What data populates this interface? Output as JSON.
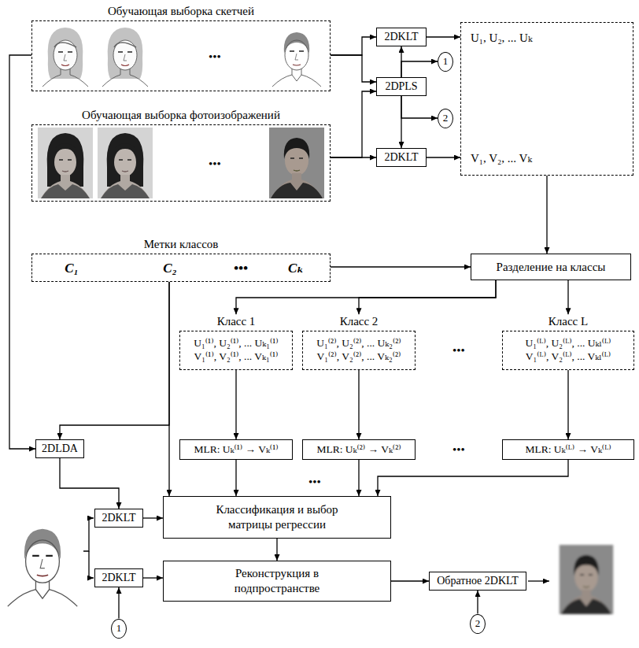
{
  "diagram": {
    "nodes": [
      {
        "text": [
          "Обучающая выборка скетчей",
          "•••"
        ]
      },
      {
        "text": [
          "2DKLT"
        ]
      },
      {
        "text": [
          "1"
        ]
      },
      {
        "text": [
          "2DPLS"
        ]
      },
      {
        "text": [
          "2"
        ]
      },
      {
        "text": [
          "Обучающая выборка фотоизображений",
          "•••"
        ]
      },
      {
        "text": [
          "2DKLT"
        ]
      },
      {
        "text": [
          "U₁, U₂, ... Uₖ",
          "V₁, V₂, ... Vₖ"
        ]
      },
      {
        "text": [
          "Метки классов",
          "C₁",
          "C₂",
          "•••",
          "Cₖ"
        ]
      },
      {
        "text": [
          "Разделение на классы"
        ]
      },
      {
        "text": [
          "Класс 1",
          "U₁⁽¹⁾, U₂⁽¹⁾, ... Uₖ₁⁽¹⁾",
          "V₁⁽¹⁾, V₂⁽¹⁾, ... Vₖ₁⁽¹⁾"
        ]
      },
      {
        "text": [
          "Класс 2",
          "U₁⁽²⁾, U₂⁽²⁾, ... Uₖ₂⁽²⁾",
          "V₁⁽²⁾, V₂⁽²⁾, ... Vₖ₂⁽²⁾"
        ]
      },
      {
        "text": [
          "Класс L",
          "U₁⁽ᴸ⁾, U₂⁽ᴸ⁾, ... Uₖₗ⁽ᴸ⁾",
          "V₁⁽ᴸ⁾, V₂⁽ᴸ⁾, ... Vₖₗ⁽ᴸ⁾"
        ]
      },
      {
        "text": [
          "2DLDA"
        ]
      },
      {
        "text": [
          "MLR: Uₖ⁽¹⁾ → Vₖ⁽¹⁾"
        ]
      },
      {
        "text": [
          "MLR: Uₖ⁽²⁾ → Vₖ⁽²⁾"
        ]
      },
      {
        "text": [
          "MLR: Uₖ⁽ᴸ⁾ → Vₖ⁽ᴸ⁾"
        ]
      },
      {
        "text": [
          "Классификация и выбор матрицы регрессии"
        ]
      },
      {
        "text": [
          "2DKLT"
        ]
      },
      {
        "text": [
          "2DKLT"
        ]
      },
      {
        "text": [
          "Реконструкция в подпространстве"
        ]
      },
      {
        "text": [
          "Обратное 2DKLT"
        ]
      },
      {
        "text": [
          "1"
        ]
      },
      {
        "text": [
          "2"
        ]
      }
    ],
    "edges": [
      {
        "from": 0,
        "to": 1,
        "arrow": "to"
      },
      {
        "from": 0,
        "to": 3,
        "arrow": "to"
      },
      {
        "from": 5,
        "to": 3,
        "arrow": "to"
      },
      {
        "from": 5,
        "to": 6,
        "arrow": "to"
      },
      {
        "from": 3,
        "to": 1,
        "arrow": "to"
      },
      {
        "from": 3,
        "to": 2,
        "arrow": "to"
      },
      {
        "from": 3,
        "to": 6,
        "arrow": "to"
      },
      {
        "from": 3,
        "to": 4,
        "arrow": "to"
      },
      {
        "from": 1,
        "to": 7,
        "arrow": "to"
      },
      {
        "from": 6,
        "to": 7,
        "arrow": "to"
      },
      {
        "from": 7,
        "to": 9,
        "arrow": "to"
      },
      {
        "from": 8,
        "to": 9,
        "arrow": "to"
      },
      {
        "from": 9,
        "to": 10,
        "arrow": "to"
      },
      {
        "from": 9,
        "to": 11,
        "arrow": "to"
      },
      {
        "from": 9,
        "to": 12,
        "arrow": "to"
      },
      {
        "from": 0,
        "to": 13,
        "arrow": "to"
      },
      {
        "from": 8,
        "to": 13,
        "arrow": "to"
      },
      {
        "from": 8,
        "to": 17,
        "arrow": "to"
      },
      {
        "from": 10,
        "to": 14,
        "arrow": "to"
      },
      {
        "from": 11,
        "to": 15,
        "arrow": "to"
      },
      {
        "from": 12,
        "to": 16,
        "arrow": "to"
      },
      {
        "from": 13,
        "to": 18,
        "arrow": "to"
      },
      {
        "from": 14,
        "to": 17,
        "arrow": "to"
      },
      {
        "from": 15,
        "to": 17,
        "arrow": "to"
      },
      {
        "from": 16,
        "to": 17,
        "arrow": "to"
      },
      {
        "from": 18,
        "to": 17,
        "arrow": "to"
      },
      {
        "from": 17,
        "to": 20,
        "arrow": "to"
      },
      {
        "from": 19,
        "to": 20,
        "arrow": "to"
      },
      {
        "from": 20,
        "to": 21,
        "arrow": "to"
      },
      {
        "from": 22,
        "to": 19,
        "arrow": "to"
      },
      {
        "from": 23,
        "to": 21,
        "arrow": "to"
      }
    ],
    "labels": [
      "•••",
      "•••",
      "•••"
    ]
  }
}
